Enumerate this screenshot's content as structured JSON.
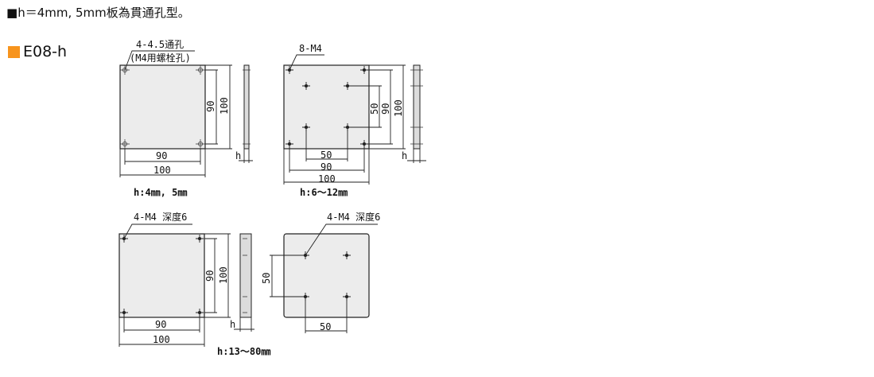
{
  "note": {
    "bullet": "■",
    "text": "h＝4mm, 5mm板為貫通孔型。"
  },
  "model": {
    "code": "E08-h",
    "swatch_color": "#f7941d"
  },
  "views": {
    "thru": {
      "label1": "4-4.5通孔",
      "label2": "(M4用螺栓孔)",
      "pitch": "90",
      "size": "100",
      "pitch_v": "90",
      "size_v": "100",
      "h": "h",
      "caption": "h:4㎜, 5㎜"
    },
    "mid": {
      "label": "8-M4",
      "inner": "50",
      "pitch": "90",
      "size": "100",
      "inner_v": "50",
      "pitch_v": "90",
      "size_v": "100",
      "h": "h",
      "caption": "h:6～12㎜"
    },
    "thick_a": {
      "label": "4-M4 深度6",
      "pitch": "90",
      "size": "100",
      "pitch_v": "90",
      "size_v": "100",
      "h": "h",
      "caption": "h:13～80㎜"
    },
    "thick_b": {
      "label": "4-M4 深度6",
      "inner_v": "50",
      "inner": "50"
    }
  }
}
